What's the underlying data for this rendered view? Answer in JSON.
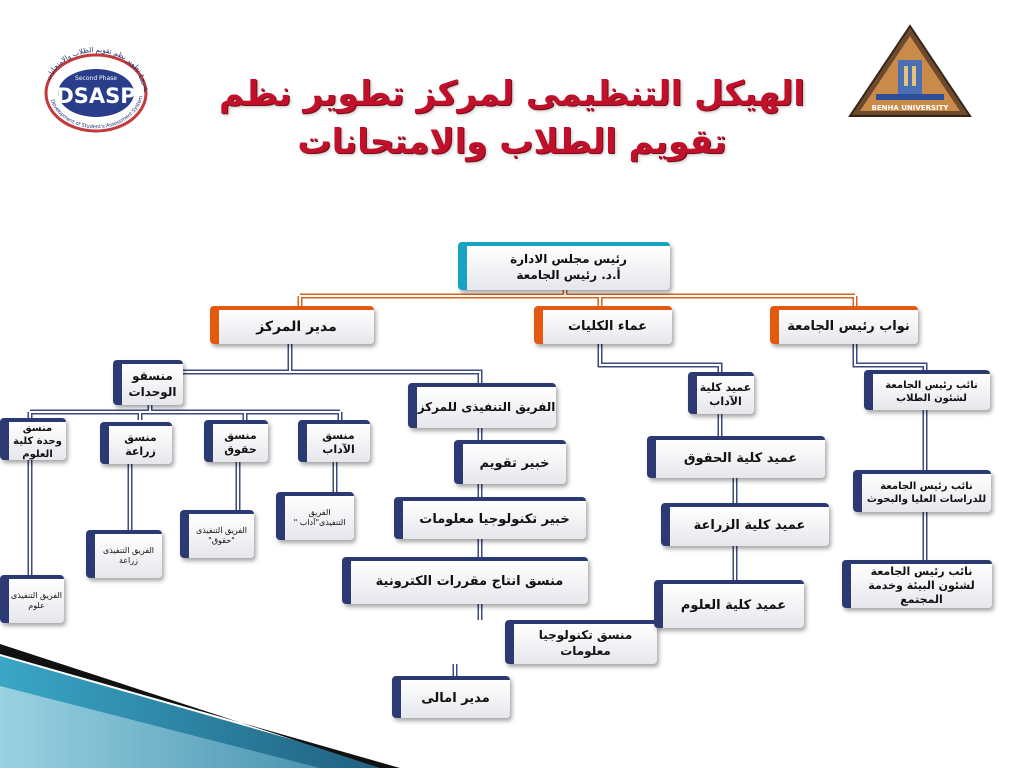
{
  "title": {
    "line1": "الهيكل التنظيمى لمركز تطوير نظم",
    "line2": "تقويم الطلاب والامتحانات"
  },
  "logos": {
    "left": {
      "abbr": "DSASP",
      "phase": "Second Phase",
      "arc_ar": "مشروع تطوير نظم تقويم الطلاب والامتحانات",
      "arc_en": "Development of Student's Assessment Systems Project"
    },
    "right": {
      "name": "BENHA UNIVERSITY"
    }
  },
  "chart": {
    "root": {
      "line1": "رئيس مجلس الادارة",
      "line2": "أ.د. رئيس الجامعة"
    },
    "level1": {
      "director": "مدير المركز",
      "deans": "عماء الكليات",
      "vice_presidents": "نواب رئيس الجامعة"
    },
    "director_branch": {
      "units_coordinator": "منسقو الوحدات",
      "exec_team": "الفريق التنفيذى للمركز",
      "coord_arts": "منسق الآداب",
      "coord_law": "منسق حقوق",
      "coord_agri": "منسق زراعة",
      "coord_science": "منسق وحدة كلية العلوم",
      "team_arts": "الفريق التنفيذى\"آداب \"",
      "team_law": "الفريق التنفيذى \"حقوق\"",
      "team_agri": "الفريق التنفيذى زراعة",
      "team_science": "الفريق التنفيذى علوم",
      "assessment_expert": "خبير تقويم",
      "it_expert": "خبير تكنولوجيا معلومات",
      "econtent_coord": "منسق انتاج مقررات الكترونية",
      "it_coord": "منسق تكنولوجيا معلومات",
      "finance_manager": "مدير امالى"
    },
    "deans_branch": {
      "arts": "عميد كلية الآداب",
      "law": "عميد كلية الحقوق",
      "agri": "عميد كلية الزراعة",
      "science": "عميد كلية العلوم"
    },
    "vp_branch": {
      "students": "نائب رئيس الجامعة لشئون الطلاب",
      "graduate": "نائب رئيس الجامعة للدراسات العليا والبحوث",
      "community": "نائب رئيس الجامعة لشئون البيئة وخدمة المجتمع"
    }
  },
  "colors": {
    "title": "#c0102a",
    "connector": "#3c4a7e",
    "accent_navy": "#2b3a73",
    "accent_orange": "#e2590f",
    "accent_cyan": "#17a3c2"
  }
}
